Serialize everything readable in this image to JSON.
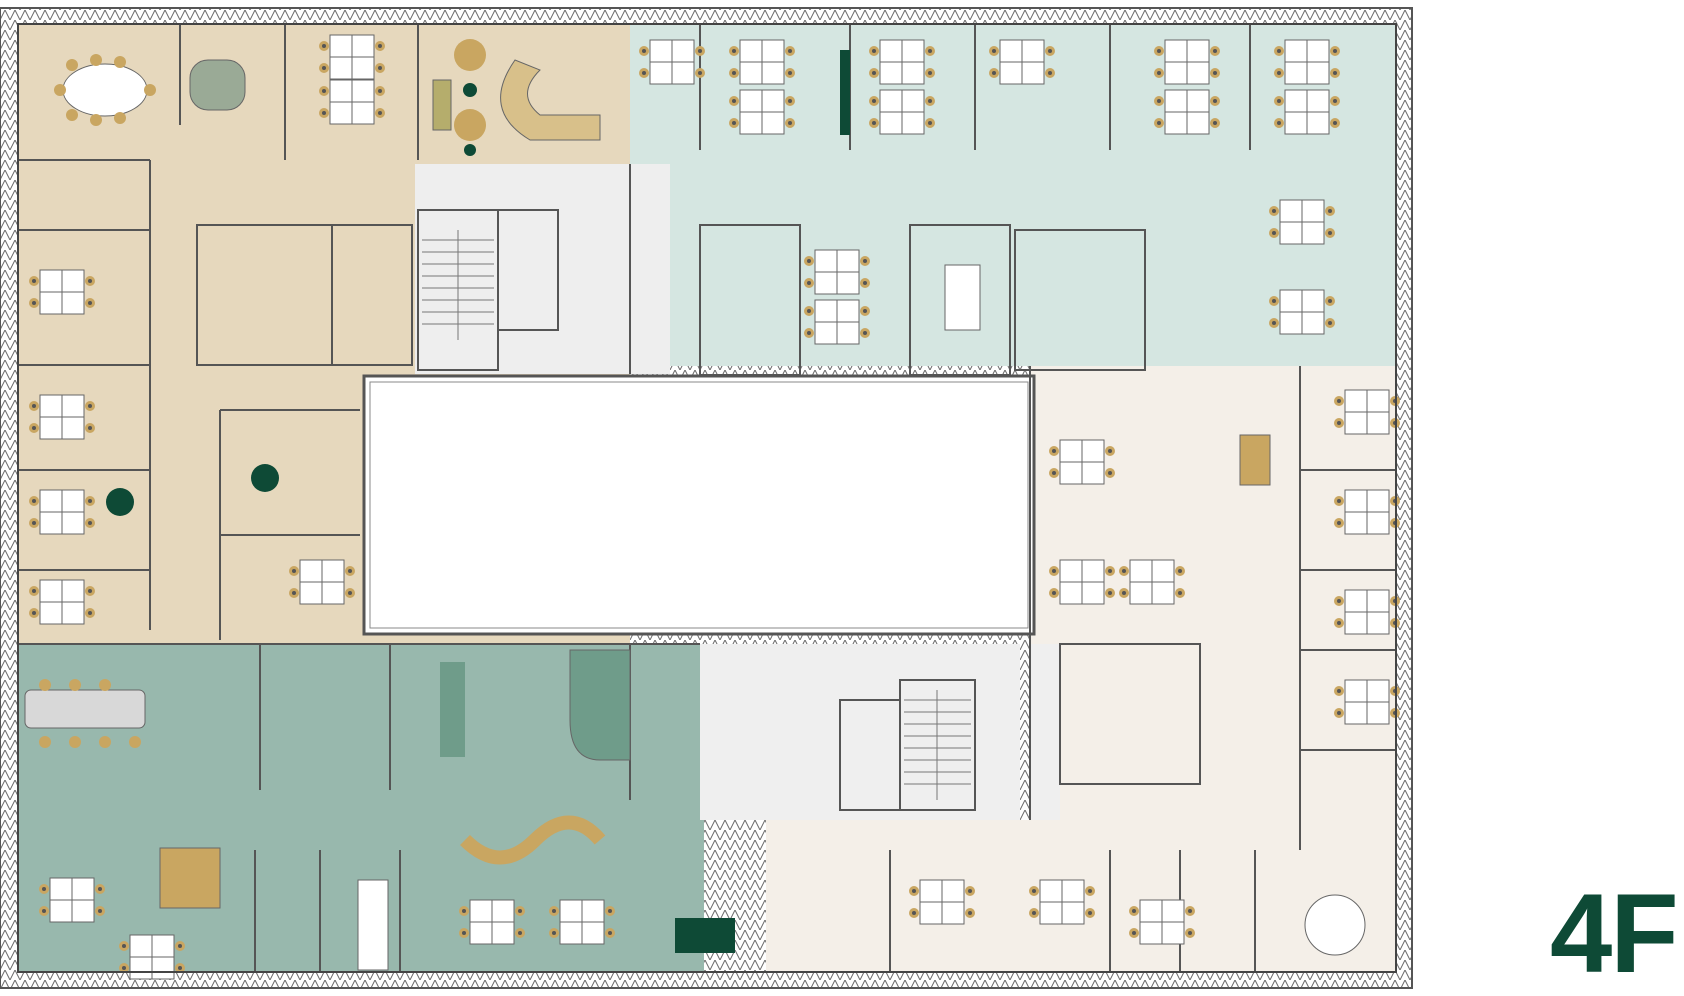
{
  "floor_label": "4F",
  "colors": {
    "accent": "#0e4a36",
    "zone_warm": "#e6d8bd",
    "zone_mint": "#d5e6e1",
    "zone_sage": "#98b8ad",
    "zone_cream": "#f4efe8",
    "core_grey": "#eeeeee",
    "furniture_gold": "#c9a661",
    "furniture_green": "#0e4a36",
    "desk_white": "#ffffff",
    "wall": "#555555"
  },
  "zones": [
    {
      "id": "zone-northwest",
      "color_key": "zone_warm"
    },
    {
      "id": "zone-northeast",
      "color_key": "zone_mint"
    },
    {
      "id": "zone-southwest",
      "color_key": "zone_sage"
    },
    {
      "id": "zone-southeast",
      "color_key": "zone_cream"
    },
    {
      "id": "zone-core",
      "color_key": "core_grey"
    }
  ]
}
